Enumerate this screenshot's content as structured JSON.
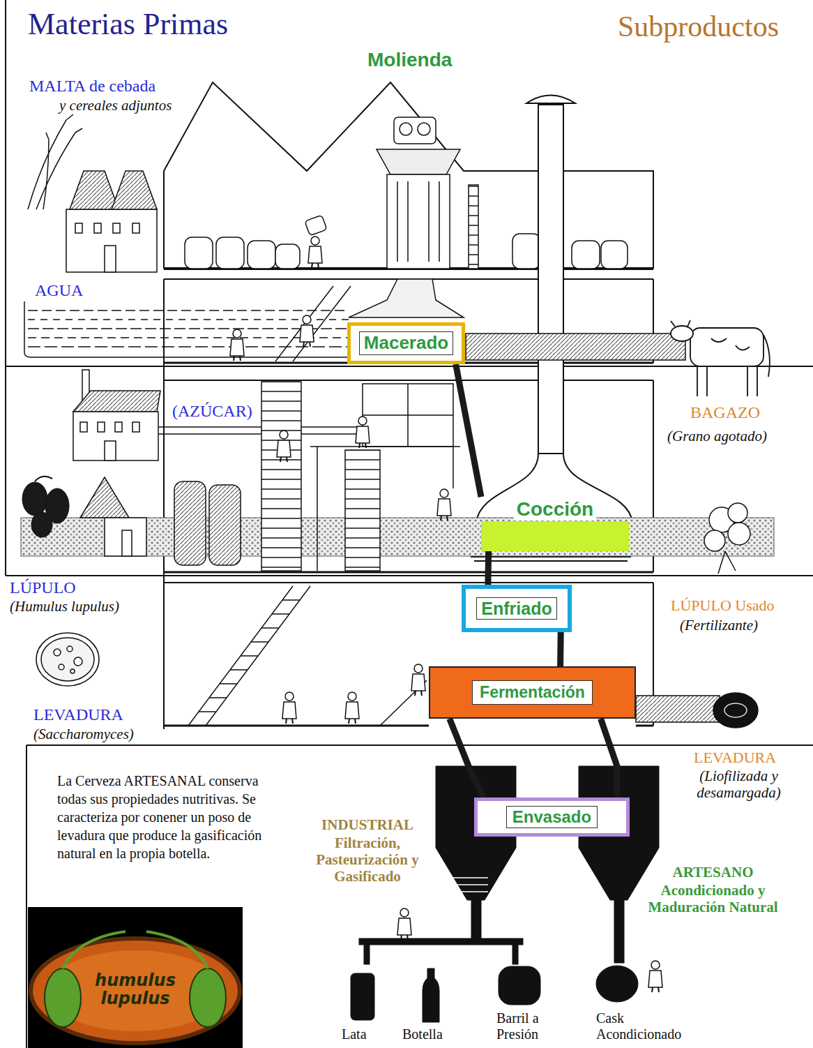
{
  "diagram": {
    "nodes": [
      {
        "text": [
          "Macerado"
        ]
      },
      {
        "text": [
          "Cocción"
        ]
      },
      {
        "text": [
          "Enfriado"
        ]
      },
      {
        "text": [
          "Fermentación"
        ]
      },
      {
        "text": [
          "Envasado"
        ]
      }
    ],
    "edges": [
      {
        "from": 0,
        "to": 1,
        "arrow": "none"
      },
      {
        "from": 1,
        "to": 2,
        "arrow": "none"
      },
      {
        "from": 2,
        "to": 3,
        "arrow": "none"
      },
      {
        "from": 3,
        "to": 4,
        "arrow": "none"
      },
      {
        "from": 3,
        "to": 4,
        "arrow": "none"
      }
    ],
    "labels": [
      "Materias Primas",
      "Subproductos",
      "Molienda",
      "MALTA de cebada",
      "y cereales adjuntos",
      "AGUA",
      "(AZÚCAR)",
      "BAGAZO",
      "(Grano agotado)",
      "LÚPULO",
      "(Humulus lupulus)",
      "LÚPULO Usado",
      "(Fertilizante)",
      "LEVADURA",
      "(Saccharomyces)",
      "LEVADURA",
      "(Liofilizada y desamargada)",
      "La Cerveza ARTESANAL conserva todas sus propiedades nutritivas. Se caracteriza por conener un poso de levadura que produce la gasificación natural en la propia botella.",
      "INDUSTRIAL",
      "Filtración, Pasteurización y Gasificado",
      "ARTESANO",
      "Acondicionado y Maduración Natural",
      "Lata",
      "Botella",
      "Barril a Presión",
      "Cask Acondicionado",
      "humulus lupulus"
    ]
  }
}
